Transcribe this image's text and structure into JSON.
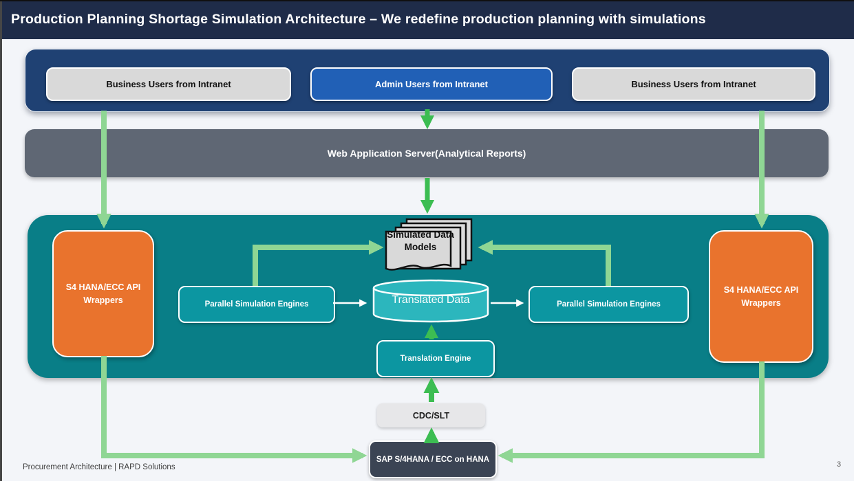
{
  "header": {
    "title": "Production Planning Shortage Simulation Architecture – We redefine production planning with simulations"
  },
  "users_band": {
    "business_left": "Business Users from Intranet",
    "admin": "Admin Users from Intranet",
    "business_right": "Business Users from Intranet"
  },
  "web_server": {
    "label": "Web Application Server(Analytical Reports)"
  },
  "platform": {
    "left_wrapper": "S4 HANA/ECC API Wrappers",
    "right_wrapper": "S4 HANA/ECC API Wrappers",
    "left_engine": "Parallel Simulation Engines",
    "right_engine": "Parallel Simulation Engines",
    "data_models": "Simulated Data Models",
    "translated_data": "Translated Data",
    "translation_engine": "Translation Engine"
  },
  "pipeline": {
    "cdc": "CDC/SLT",
    "sap": "SAP S/4HANA / ECC on HANA"
  },
  "footer": {
    "left": "Procurement Architecture | RAPD Solutions",
    "page": "3"
  },
  "colors": {
    "header_navy": "#1F2C49",
    "band_navy": "#1F4173",
    "admin_blue": "#2160B6",
    "light_gray_box": "#D9D9D9",
    "web_bar_gray": "#5F6774",
    "platform_teal": "#097E87",
    "engine_teal": "#0C96A1",
    "cylinder_teal": "#2CB6BD",
    "wrapper_orange": "#E9732D",
    "sap_slate": "#3B4454",
    "arrow_light_green": "#8FD694",
    "arrow_bright_green": "#3CBD52"
  }
}
